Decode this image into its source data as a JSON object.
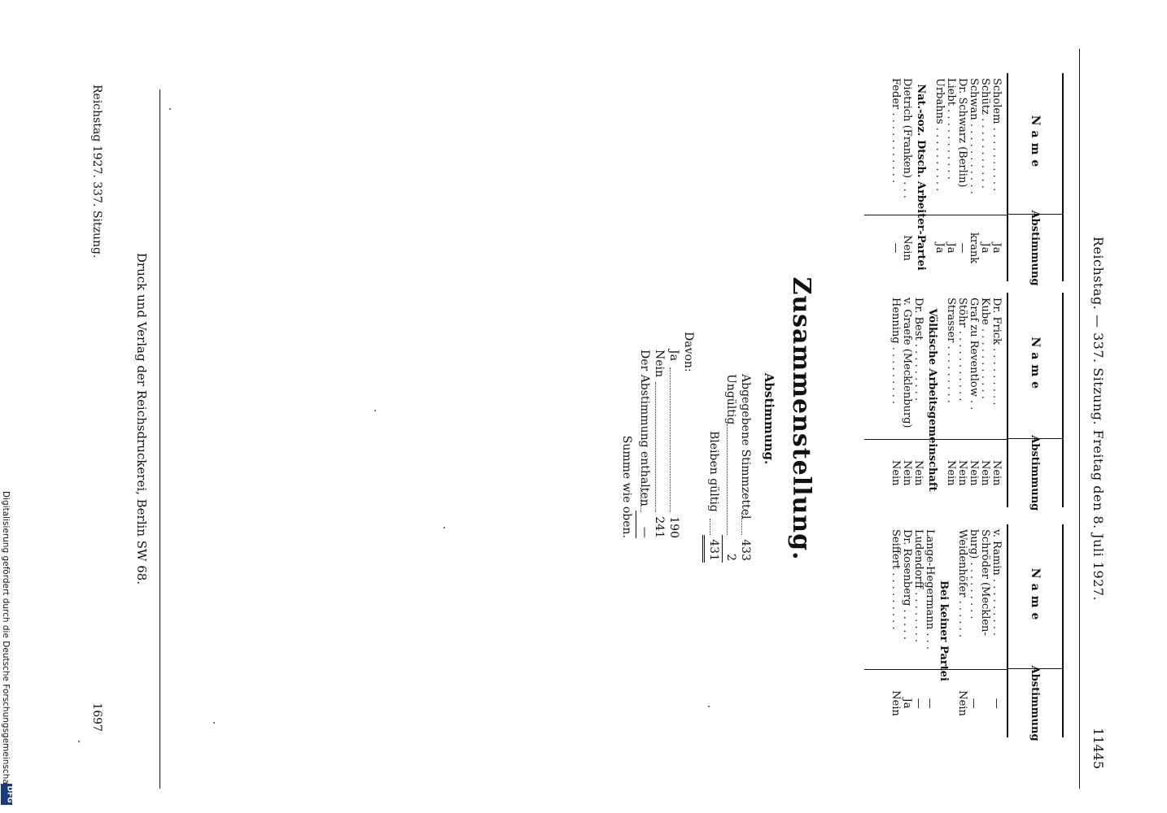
{
  "header": {
    "title": "Reichstag. — 337. Sitzung. Freitag den 8. Juli 1927.",
    "page_number": "11445"
  },
  "tables": [
    {
      "col_name": "Name",
      "col_vote": "Abstimmung",
      "rows": [
        {
          "name": "Scholem . . . . . . . . . .",
          "vote": "Ja"
        },
        {
          "name": "Schütz . . . . . . . . . . .",
          "vote": "Ja"
        },
        {
          "name": "Schwan . . . . . . . . . . .",
          "vote": "krank"
        },
        {
          "name": "Dr. Schwarz (Berlin)",
          "vote": "—"
        },
        {
          "name": "Liebt . . . . . . . . . . .",
          "vote": "Ja"
        },
        {
          "name": "Urbahns . . . . . . . . . .",
          "vote": "Ja"
        }
      ],
      "party": "Nat.-soz. Dtsch. Arbeiter-Partei",
      "party_rows": [
        {
          "name": "Dietrich (Franken) . . .",
          "vote": "Nein"
        },
        {
          "name": "Feder . . . . . . . . . . .",
          "vote": "—"
        }
      ]
    },
    {
      "col_name": "Name",
      "col_vote": "Abstimmung",
      "rows": [
        {
          "name": "Dr. Frick . . . . . . . . .",
          "vote": "Nein"
        },
        {
          "name": "Kube . . . . . . . . . . .",
          "vote": "Nein"
        },
        {
          "name": "Graf zu Reventlow . .",
          "vote": "Nein"
        },
        {
          "name": "Stöhr . . . . . . . . . . .",
          "vote": "Nein"
        },
        {
          "name": "Strasser . . . . . . . . .",
          "vote": "Nein"
        }
      ],
      "party": "Völkische Arbeitsgemeinschaft",
      "party_rows": [
        {
          "name": "Dr. Best . . . . . . . . .",
          "vote": "Nein"
        },
        {
          "name": "v. Graefe (Mecklenburg)",
          "vote": "Nein"
        },
        {
          "name": "Henning . . . . . . . . .",
          "vote": "Nein"
        }
      ]
    },
    {
      "col_name": "Name",
      "col_vote": "Abstimmung",
      "rows": [
        {
          "name": "v. Ramin . . . . . . . . .",
          "vote": "—"
        },
        {
          "name": "Schröder (Mecklen-",
          "vote": ""
        },
        {
          "name": "    burg) . . . . . . . . .",
          "vote": "—"
        },
        {
          "name": "Weidenhöfer . . . . . .",
          "vote": "Nein"
        }
      ],
      "party": "Bei keiner Partei",
      "party_rows": [
        {
          "name": "Lange-Hegermann . . .",
          "vote": "—"
        },
        {
          "name": "Ludendorff . . . . . . . .",
          "vote": "—"
        },
        {
          "name": "Dr. Rosenberg . . . . .",
          "vote": "Ja"
        },
        {
          "name": "Seiffert . . . . . . . . .",
          "vote": "Nein"
        }
      ]
    }
  ],
  "summary": {
    "title": "Zusammenstellung.",
    "subtitle": "Abstimmung.",
    "abgegeben_label": "Abgegebene Stimmzettel",
    "abgegeben_value": "433",
    "ungueltig_label": "Ungültig",
    "ungueltig_value": "2",
    "gueltig_label": "Bleiben gültig",
    "gueltig_value": "431",
    "davon_label": "Davon:",
    "ja_label": "Ja",
    "ja_value": "190",
    "nein_label": "Nein",
    "nein_value": "241",
    "enthalten_label": "Der Abstimmung enthalten",
    "enthalten_value": "—",
    "summe_label": "Summe wie oben."
  },
  "footer": {
    "printer": "Druck und Verlag der Reichsdruckerei, Berlin SW 68.",
    "left": "Reichstag 1927. 337. Sitzung.",
    "right": "1697"
  },
  "watermark": {
    "text": "Digitalisierung gefördert durch die Deutsche Forschungsgemeinschaft",
    "logo": "DFG"
  }
}
